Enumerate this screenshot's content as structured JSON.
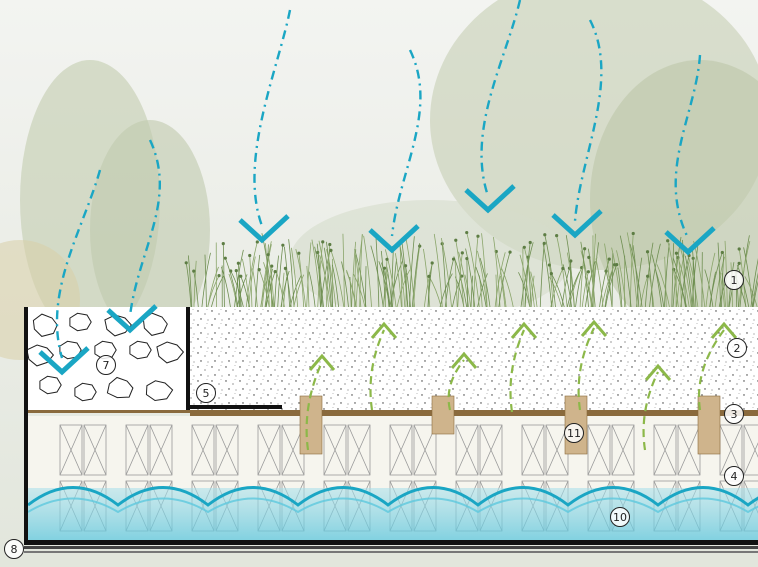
{
  "diagram": {
    "callouts": [
      {
        "id": "1",
        "label": "1"
      },
      {
        "id": "2",
        "label": "2"
      },
      {
        "id": "3",
        "label": "3"
      },
      {
        "id": "4",
        "label": "4"
      },
      {
        "id": "5",
        "label": "5"
      },
      {
        "id": "7",
        "label": "7"
      },
      {
        "id": "8",
        "label": "8"
      },
      {
        "id": "10",
        "label": "10"
      },
      {
        "id": "11",
        "label": "11"
      }
    ],
    "colors": {
      "rain_arrow": "#1aa6c4",
      "evaporation_arrow": "#8cb849",
      "water": "#4fc3d9",
      "filter_fabric": "#8a6a3d",
      "wall": "#111111"
    }
  }
}
